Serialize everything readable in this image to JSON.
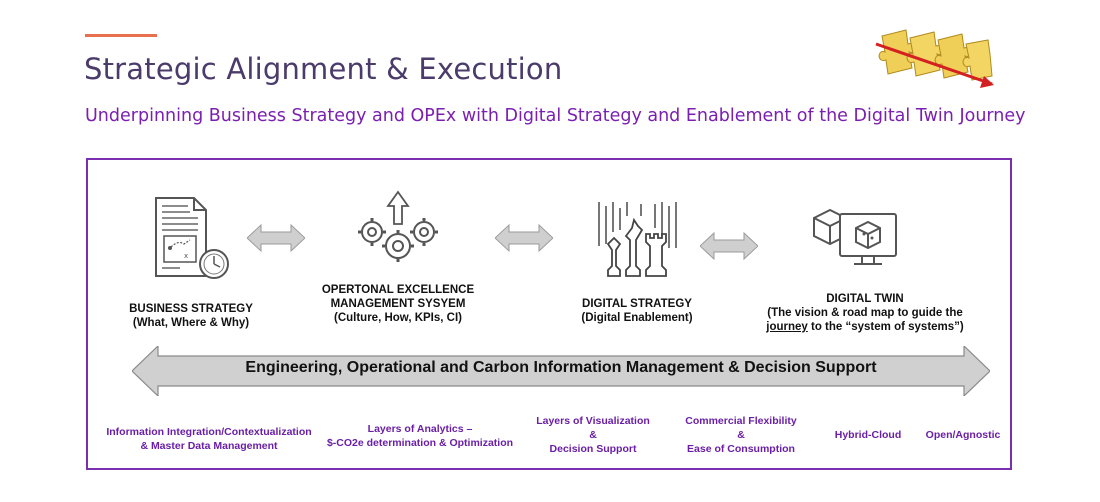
{
  "header": {
    "title": "Strategic Alignment & Execution",
    "subtitle": "Underpinning Business Strategy and  OPEx with Digital Strategy and Enablement of the Digital Twin Journey"
  },
  "colors": {
    "accent_line": "#e8704e",
    "title": "#4a3b6b",
    "purple": "#7b1fb0",
    "frame_border": "#7a2fb0",
    "arrow_gray": "#c8c8c8"
  },
  "pillars": [
    {
      "icon": "business-strategy-document-icon",
      "lines": [
        "BUSINESS STRATEGY",
        "(What, Where & Why)"
      ]
    },
    {
      "icon": "gears-arrow-up-icon",
      "lines": [
        "OPERTONAL EXCELLENCE",
        "MANAGEMENT SYSYEM",
        "(Culture, How, KPIs, CI)"
      ]
    },
    {
      "icon": "chess-pieces-data-icon",
      "lines": [
        "DIGITAL STRATEGY",
        "(Digital Enablement)"
      ]
    },
    {
      "icon": "digital-twin-cubes-monitor-icon",
      "lines": [
        "DIGITAL TWIN",
        "(The vision & road map to guide the",
        "to the “system of systems”)"
      ],
      "underlined_word": "journey"
    }
  ],
  "band": {
    "label": "Engineering, Operational and Carbon Information Management & Decision Support"
  },
  "capabilities": [
    {
      "lines": [
        "Information Integration/Contextualization",
        "& Master Data Management"
      ]
    },
    {
      "lines": [
        "Layers of Analytics –",
        "$-CO2e determination & Optimization"
      ]
    },
    {
      "lines": [
        "Layers of Visualization",
        "&",
        "Decision Support"
      ]
    },
    {
      "lines": [
        "Commercial Flexibility",
        "&",
        "Ease of Consumption"
      ]
    },
    {
      "lines": [
        "Hybrid-Cloud"
      ]
    },
    {
      "lines": [
        "Open/Agnostic"
      ]
    }
  ]
}
